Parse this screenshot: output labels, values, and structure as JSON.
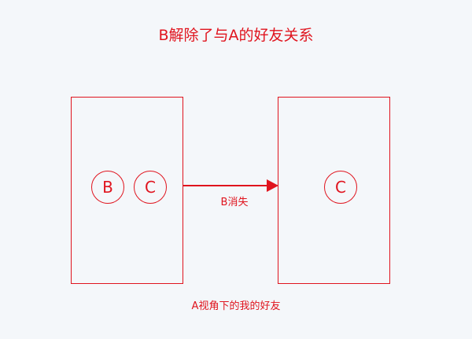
{
  "title": "B解除了与A的好友关系",
  "colors": {
    "accent": "#e0141e",
    "background": "#f4f7fa"
  },
  "before_panel": {
    "friends": [
      "B",
      "C"
    ]
  },
  "transition": {
    "label": "B消失",
    "icon": "arrow-right-icon"
  },
  "after_panel": {
    "friends": [
      "C"
    ]
  },
  "caption": "A视角下的我的好友"
}
